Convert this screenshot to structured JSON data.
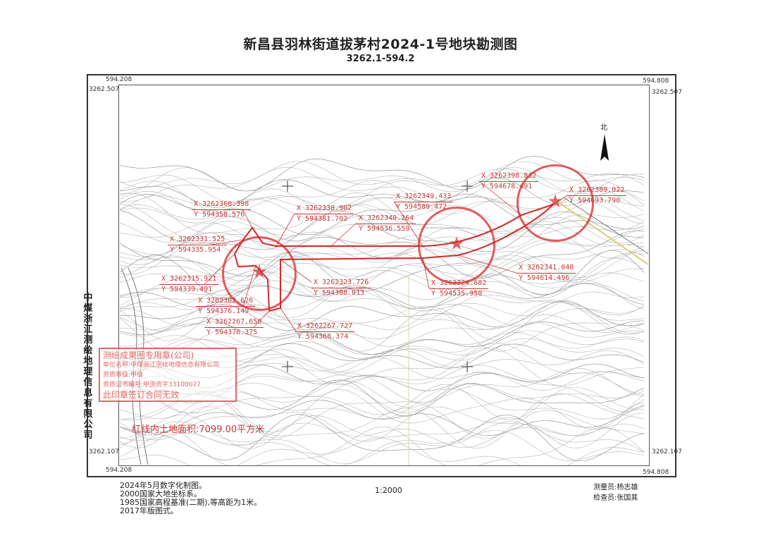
{
  "title": "新昌县羽林街道拔茅村2024-1号地块勘测图",
  "sheet_number": "3262.1-594.2",
  "corners": {
    "top_left_x": "594.208",
    "top_left_y": "3262.507",
    "top_right_x": "594.808",
    "top_right_y": "3262.507",
    "bottom_left_x": "594.208",
    "bottom_left_y": "3262.107",
    "bottom_right_x": "594.808",
    "bottom_right_y": "3262.107"
  },
  "north_label": "北",
  "points": [
    {
      "x": "X 3262360.398",
      "y": "Y 594358.576"
    },
    {
      "x": "X 3262338.902",
      "y": "Y 594381.702"
    },
    {
      "x": "X 3262340.264",
      "y": "Y 594536.559"
    },
    {
      "x": "X 3262349.433",
      "y": "Y 594589.472"
    },
    {
      "x": "X 3262398.832",
      "y": "Y 594678.491"
    },
    {
      "x": "X 3262389.022",
      "y": "Y 594693.790"
    },
    {
      "x": "X 3262331.525",
      "y": "Y 594335.954"
    },
    {
      "x": "X 3262315.921",
      "y": "Y 594339.491"
    },
    {
      "x": "X 3262302.626",
      "y": "Y 594376.149"
    },
    {
      "x": "X 3262323.726",
      "y": "Y 594388.013"
    },
    {
      "x": "X 3262341.048",
      "y": "Y 594614.496"
    },
    {
      "x": "X 3262324.682",
      "y": "Y 594535.950"
    },
    {
      "x": "X 3262267.650",
      "y": "Y 594376.375"
    },
    {
      "x": "X 3262267.727",
      "y": "Y 594368.374"
    }
  ],
  "area_text": "红线内土地面积:7099.00平方米",
  "company": "中煤浙江测绘地理信息有限公司",
  "rect_stamp": [
    "测绘成果图专用章(公司)",
    "单位名称:中煤浙江测绘地理信息有限公司",
    "资质等级:甲级",
    "资质证书编号:甲测资字33100077",
    "此印章签订合同无效"
  ],
  "notes": [
    "2024年5月数字化制图。",
    "2000国家大地坐标系。",
    "1985国家高程基准(二期),等高距为1米。",
    "2017年版图式。"
  ],
  "scale": "1:2000",
  "surveyor": "测量员:杨志雄",
  "checker": "检查员:张国其",
  "colors": {
    "boundary": "#d02a2a",
    "stamp": "#d62828"
  }
}
